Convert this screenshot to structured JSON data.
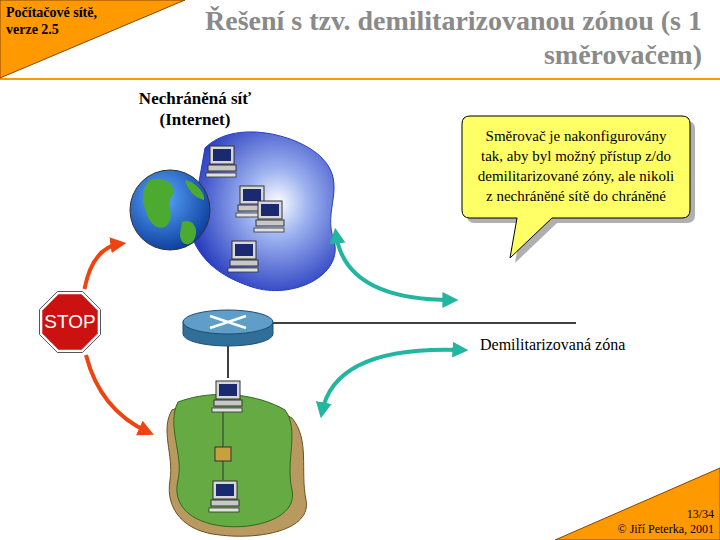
{
  "diagram": {
    "title": "Řešení s tzv. demilitarizovanou zónou (s 1 směrovačem)",
    "nodes": [
      {
        "text": [
          "Počítačové sítě, verze 2.5"
        ]
      },
      {
        "text": [
          "Nechráněná síť (Internet)"
        ]
      },
      {
        "text": [
          "Směrovač je nakonfigurovány tak, aby byl možný přístup z/do demilitarizované zóny, ale nikoli z nechráněné sítě do chráněné"
        ]
      },
      {
        "text": [
          "STOP"
        ]
      },
      {
        "text": [
          "13/34",
          "© Jiří Peterka, 2001"
        ]
      }
    ],
    "edges": [
      {
        "from": 3,
        "to": 1,
        "arrow": "to"
      }
    ],
    "labels": [
      "Demilitarizovaná zóna"
    ]
  }
}
